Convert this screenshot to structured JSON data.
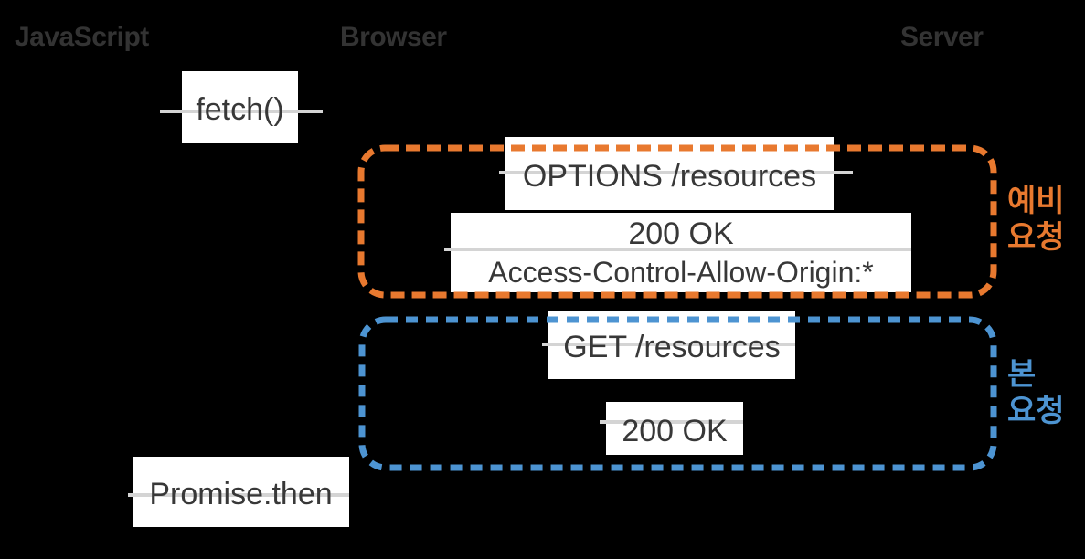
{
  "headers": {
    "javascript": "JavaScript",
    "browser": "Browser",
    "server": "Server"
  },
  "messages": {
    "fetch_call": "fetch()",
    "options_request": "OPTIONS /resources",
    "preflight_response_line1": "200 OK",
    "preflight_response_line2": "Access-Control-Allow-Origin:*",
    "get_request": "GET /resources",
    "main_response": "200 OK",
    "promise_then": "Promise.then"
  },
  "groups": {
    "preflight": {
      "label_line1": "예비",
      "label_line2": "요청",
      "color": "#E8792F"
    },
    "main_request": {
      "label_line1": "본",
      "label_line2": "요청",
      "color": "#4D94D2"
    }
  },
  "colors": {
    "background": "#000000",
    "box_background": "#FFFFFF",
    "box_text": "#383838",
    "header_text": "#333333",
    "connector_line": "#D4D4D4",
    "preflight_accent": "#E8792F",
    "main_accent": "#4D94D2"
  }
}
